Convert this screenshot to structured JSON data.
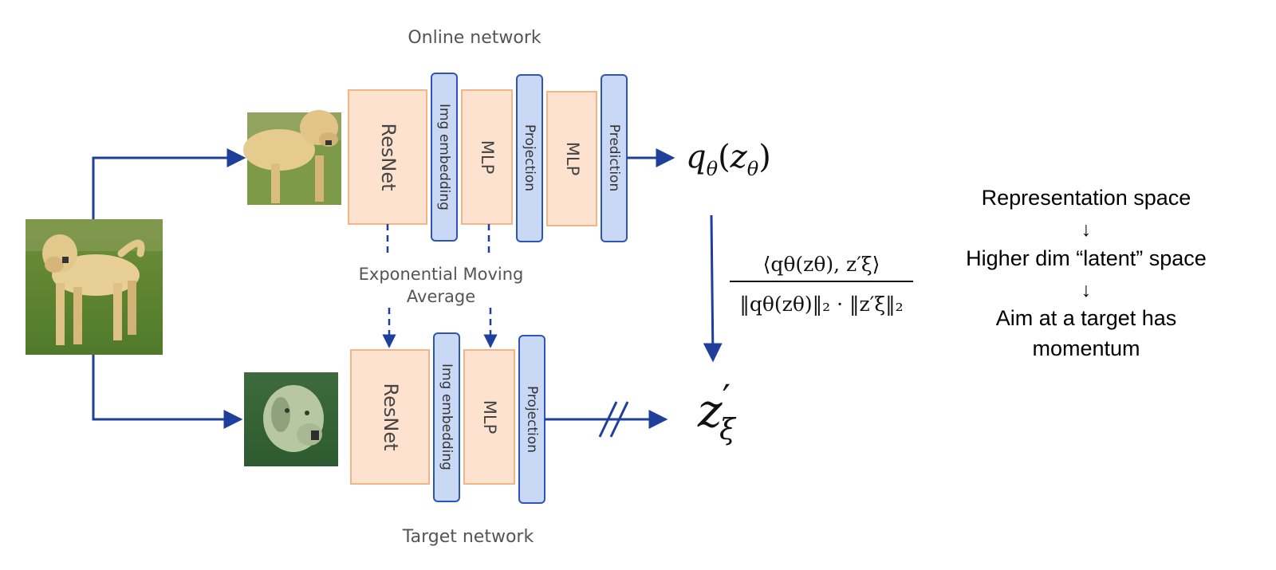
{
  "online_network_label": "Online network",
  "target_network_label": "Target network",
  "ema_label_line1": "Exponential Moving",
  "ema_label_line2": "Average",
  "online_blocks": {
    "resnet": "ResNet",
    "img_embedding": "Img embedding",
    "mlp1": "MLP",
    "projection": "Projection",
    "mlp2": "MLP",
    "prediction": "Prediction"
  },
  "target_blocks": {
    "resnet": "ResNet",
    "img_embedding": "Img embedding",
    "mlp": "MLP",
    "projection": "Projection"
  },
  "online_output": {
    "q": "q",
    "theta": "θ",
    "open_paren": "(",
    "z": "z",
    "close_paren": ")"
  },
  "target_output": {
    "z": "z",
    "prime": "′",
    "xi": "ξ"
  },
  "loss_formula": {
    "numerator": "⟨qθ(zθ), z′ξ⟩",
    "denominator": "‖qθ(zθ)‖₂ · ‖z′ξ‖₂"
  },
  "side_notes": [
    "Representation space",
    "↓",
    "Higher dim “latent” space",
    "↓",
    "Aim at a target has",
    "momentum"
  ],
  "colors": {
    "arrow": "#1f3f9a",
    "block_orange_fill": "#fde3cf",
    "block_orange_stroke": "#f2b489",
    "block_blue_fill": "#c9d8f5",
    "block_blue_stroke": "#2f55b8"
  }
}
